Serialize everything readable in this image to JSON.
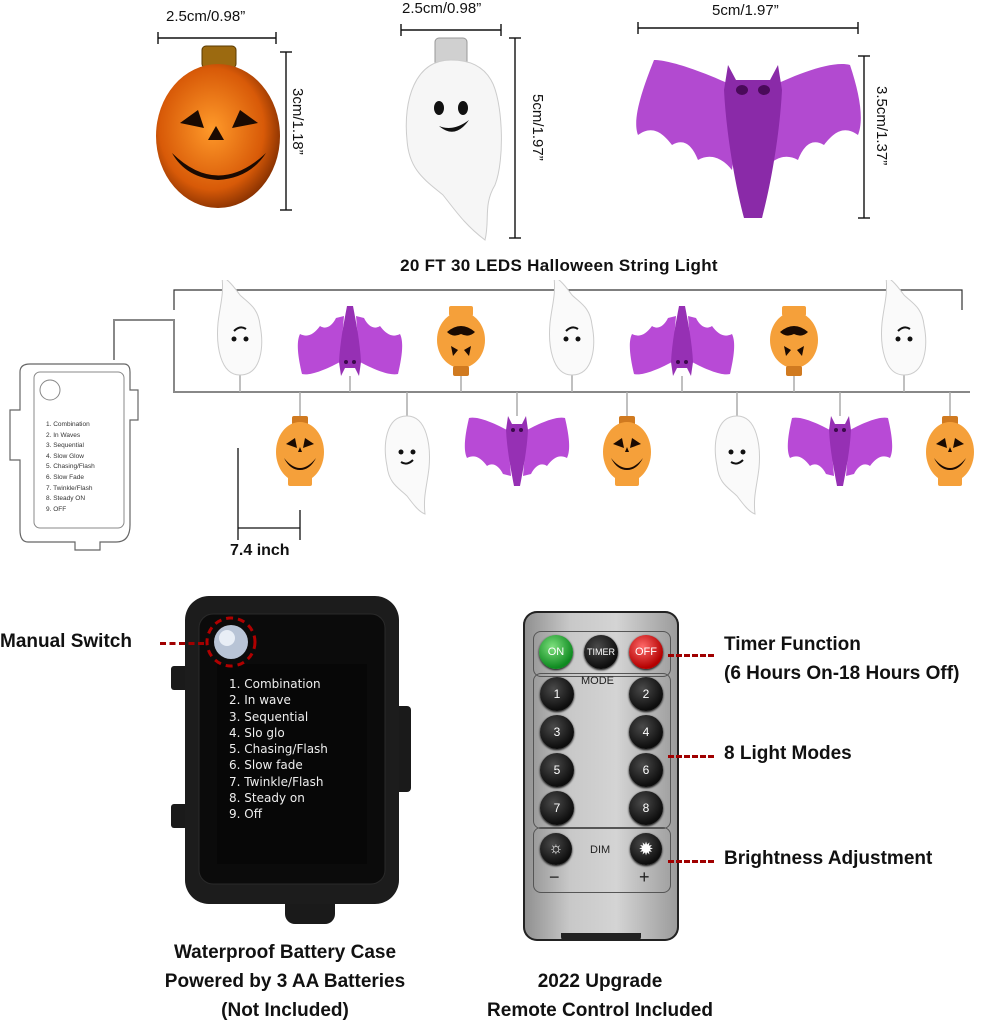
{
  "dimensions": {
    "pumpkin_width": "2.5cm/0.98”",
    "pumpkin_height": "3cm/1.18”",
    "ghost_width": "2.5cm/0.98”",
    "ghost_height": "5cm/1.97”",
    "bat_width": "5cm/1.97”",
    "bat_height": "3.5cm/1.37”"
  },
  "string_light": {
    "title": "20 FT 30 LEDS Halloween String Light",
    "spacing": "7.4 inch"
  },
  "mini_case_modes": [
    "1. Combination",
    "2. In Waves",
    "3. Sequential",
    "4. Slow Glow",
    "5. Chasing/Flash",
    "6. Slow Fade",
    "7. Twinkle/Flash",
    "8. Steady ON",
    "9. OFF"
  ],
  "battery_case": {
    "switch_label": "Manual Switch",
    "modes": [
      "1. Combination",
      "2. In wave",
      "3. Sequential",
      "4. Slo glo",
      "5. Chasing/Flash",
      "6. Slow fade",
      "7. Twinkle/Flash",
      "8. Steady on",
      "9. Off"
    ],
    "caption": [
      "Waterproof Battery Case",
      "Powered by 3 AA Batteries",
      "(Not Included)"
    ]
  },
  "remote": {
    "on": "ON",
    "timer": "TIMER",
    "off": "OFF",
    "mode": "MODE",
    "dim": "DIM",
    "minus": "−",
    "plus": "+",
    "numbers": [
      "1",
      "2",
      "3",
      "4",
      "5",
      "6",
      "7",
      "8"
    ],
    "caption": [
      "2022 Upgrade",
      "Remote Control Included"
    ]
  },
  "callouts": {
    "timer": [
      "Timer Function",
      "(6 Hours On-18 Hours Off)"
    ],
    "modes": "8 Light Modes",
    "brightness": "Brightness Adjustment"
  },
  "colors": {
    "pumpkin": "#f39a35",
    "bat": "#b84ad6",
    "ghost": "#ffffff",
    "accent_red": "#a00000"
  }
}
